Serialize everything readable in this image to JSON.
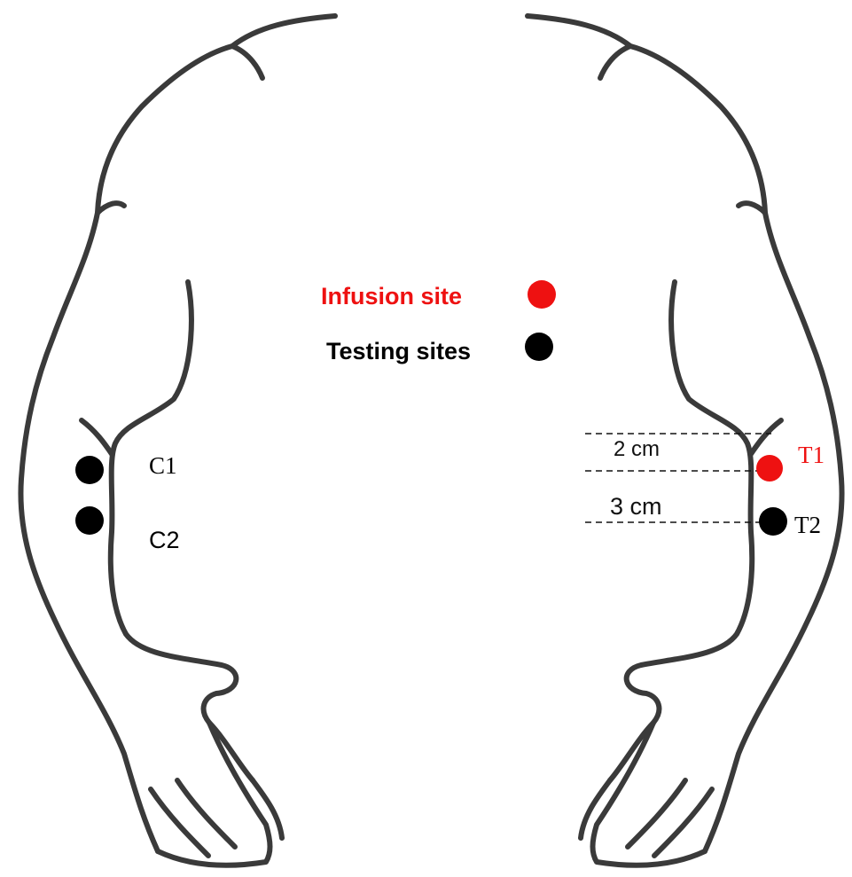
{
  "legend": {
    "infusion_label": "Infusion site",
    "testing_label": "Testing sites"
  },
  "sites": {
    "c1": "C1",
    "c2": "C2",
    "t1": "T1",
    "t2": "T2"
  },
  "dimensions": {
    "upper": "2 cm",
    "lower": "3 cm"
  },
  "colors": {
    "infusion": "#ee1111",
    "testing": "#000000",
    "outline": "#3a3a3a"
  }
}
